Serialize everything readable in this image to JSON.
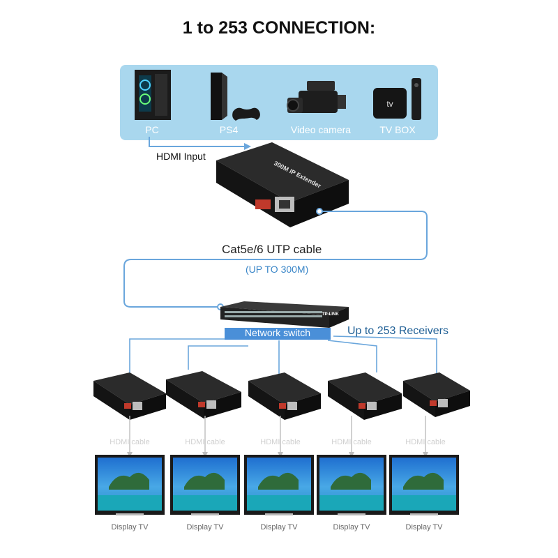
{
  "title": "1 to 253 CONNECTION:",
  "sources": [
    {
      "label": "PC",
      "icon": "pc-tower-icon"
    },
    {
      "label": "PS4",
      "icon": "ps4-console-icon"
    },
    {
      "label": "Video camera",
      "icon": "video-camera-icon"
    },
    {
      "label": "TV BOX",
      "icon": "tv-box-icon"
    }
  ],
  "hdmi_input_label": "HDMI Input",
  "cable_label": "Cat5e/6 UTP cable",
  "distance_label": "(UP TO 300M)",
  "switch_label": "Network switch",
  "switch_brand": "TP-LINK",
  "receivers_label": "Up to 253 Receivers",
  "extender_text": "300M IP Extender",
  "receivers": [
    {
      "cable_label": "HDMI cable",
      "tv_label": "Display TV"
    },
    {
      "cable_label": "HDMI cable",
      "tv_label": "Display TV"
    },
    {
      "cable_label": "HDMI cable",
      "tv_label": "Display TV"
    },
    {
      "cable_label": "HDMI cable",
      "tv_label": "Display TV"
    },
    {
      "cable_label": "HDMI cable",
      "tv_label": "Display TV"
    }
  ],
  "colors": {
    "panel": "#a9d7ee",
    "link": "#6aa6dc",
    "accent": "#4a8fd8",
    "receivers_text": "#1f5f95"
  }
}
